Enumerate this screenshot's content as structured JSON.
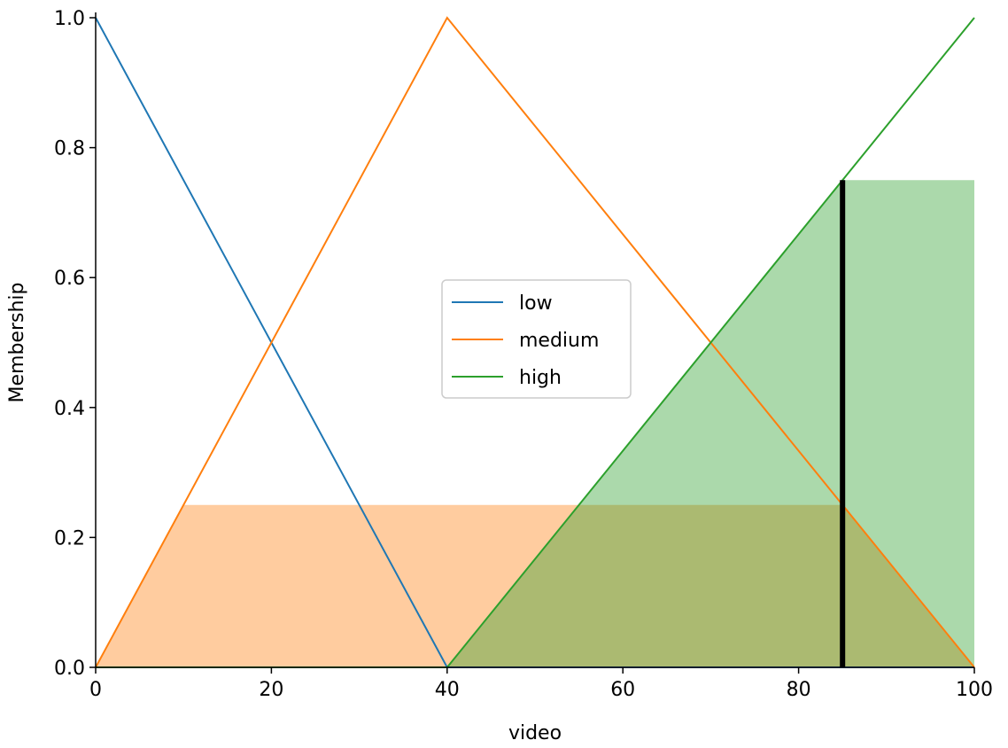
{
  "chart_data": {
    "type": "line",
    "xlabel": "video",
    "ylabel": "Membership",
    "xlim": [
      0,
      100
    ],
    "ylim": [
      0,
      1
    ],
    "x_ticks": [
      0,
      20,
      40,
      60,
      80,
      100
    ],
    "y_ticks": [
      0.0,
      0.2,
      0.4,
      0.6,
      0.8,
      1.0
    ],
    "x_tick_labels": [
      "0",
      "20",
      "40",
      "60",
      "80",
      "100"
    ],
    "y_tick_labels": [
      "0.0",
      "0.2",
      "0.4",
      "0.6",
      "0.8",
      "1.0"
    ],
    "grid": false,
    "legend_position": "center",
    "series": [
      {
        "name": "low",
        "color": "#1f77b4",
        "x": [
          0,
          40,
          100
        ],
        "y": [
          1,
          0,
          0
        ]
      },
      {
        "name": "medium",
        "color": "#ff7f0e",
        "x": [
          0,
          40,
          100
        ],
        "y": [
          0,
          1,
          0
        ]
      },
      {
        "name": "high",
        "color": "#2ca02c",
        "x": [
          0,
          40,
          100
        ],
        "y": [
          0,
          0,
          1
        ]
      }
    ],
    "activations": [
      {
        "series": "medium",
        "level": 0.25,
        "color": "#ff7f0e"
      },
      {
        "series": "high",
        "level": 0.75,
        "color": "#2ca02c"
      }
    ],
    "marker": {
      "x": 85,
      "y": 0.75,
      "color": "#000000"
    }
  }
}
